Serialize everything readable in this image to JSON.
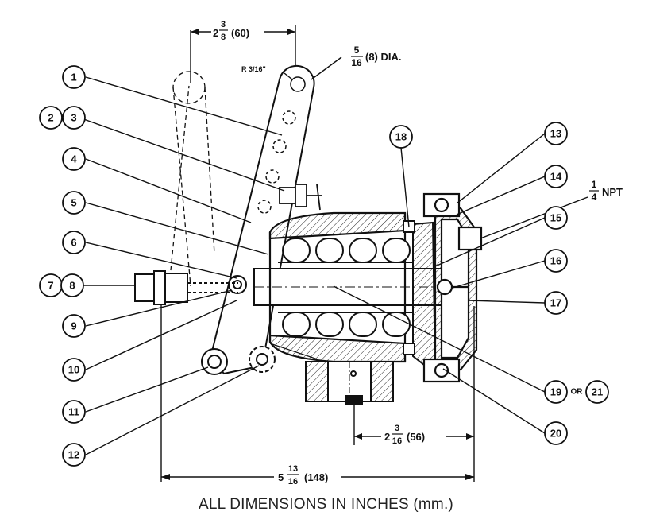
{
  "callouts": [
    "1",
    "2",
    "3",
    "4",
    "5",
    "6",
    "7",
    "8",
    "9",
    "10",
    "11",
    "12",
    "13",
    "14",
    "15",
    "16",
    "17",
    "18",
    "19",
    "20",
    "21"
  ],
  "callout_or_text": "OR",
  "dimensions": {
    "top_whole": "2",
    "top_num": "3",
    "top_den": "8",
    "top_mm": "(60)",
    "hole_num": "5",
    "hole_den": "16",
    "hole_rest": "(8) DIA.",
    "radius": "R 3/16\"",
    "npt_num": "1",
    "npt_den": "4",
    "npt_rest": "NPT",
    "mid_whole": "2",
    "mid_num": "3",
    "mid_den": "16",
    "mid_mm": "(56)",
    "bottom_whole": "5",
    "bottom_num": "13",
    "bottom_den": "16",
    "bottom_mm": "(148)"
  },
  "caption": "ALL DIMENSIONS IN INCHES (mm.)"
}
